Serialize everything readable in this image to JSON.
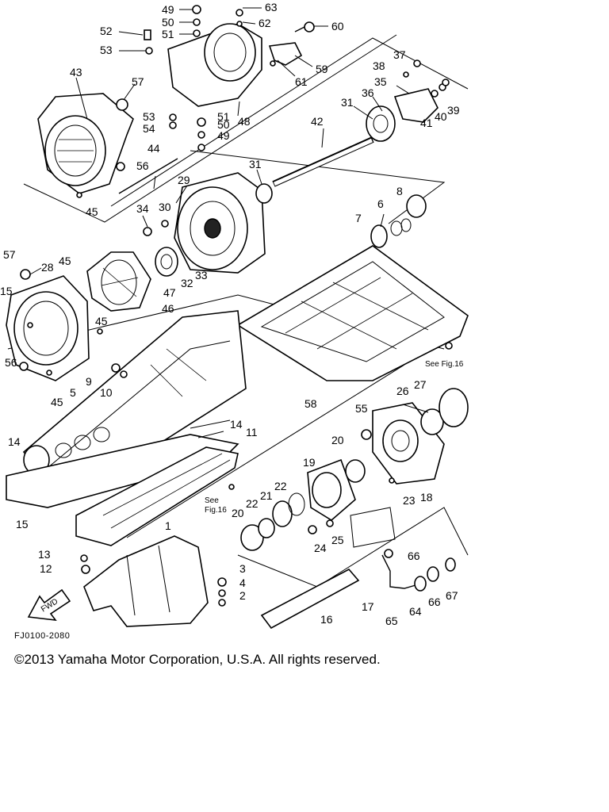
{
  "diagram": {
    "callouts": {
      "n1": "1",
      "n2": "2",
      "n3": "3",
      "n4": "4",
      "n5": "5",
      "n6": "6",
      "n7": "7",
      "n8": "8",
      "n9": "9",
      "n10": "10",
      "n11": "11",
      "n12": "12",
      "n13": "13",
      "n14a": "14",
      "n14b": "14",
      "n15a": "15",
      "n15b": "15",
      "n16": "16",
      "n17": "17",
      "n18": "18",
      "n19": "19",
      "n20a": "20",
      "n20b": "20",
      "n21": "21",
      "n22a": "22",
      "n22b": "22",
      "n23": "23",
      "n24": "24",
      "n25": "25",
      "n26": "26",
      "n27": "27",
      "n28": "28",
      "n29": "29",
      "n30": "30",
      "n31a": "31",
      "n31b": "31",
      "n32": "32",
      "n33": "33",
      "n34": "34",
      "n35": "35",
      "n36": "36",
      "n37": "37",
      "n38": "38",
      "n39": "39",
      "n40": "40",
      "n41": "41",
      "n42": "42",
      "n43": "43",
      "n44": "44",
      "n45a": "45",
      "n45b": "45",
      "n45c": "45",
      "n45d": "45",
      "n46": "46",
      "n47": "47",
      "n48": "48",
      "n49a": "49",
      "n49b": "49",
      "n50a": "50",
      "n50b": "50",
      "n51a": "51",
      "n51b": "51",
      "n52": "52",
      "n53a": "53",
      "n53b": "53",
      "n54": "54",
      "n55": "55",
      "n56a": "56",
      "n56b": "56",
      "n57a": "57",
      "n57b": "57",
      "n58": "58",
      "n59": "59",
      "n60": "60",
      "n61": "61",
      "n62": "62",
      "n63": "63",
      "n64": "64",
      "n65": "65",
      "n66a": "66",
      "n66b": "66",
      "n67": "67"
    },
    "references": {
      "see_fig_16_right": "See Fig.16",
      "see_fig_16_left_line1": "See",
      "see_fig_16_left_line2": "Fig.16"
    },
    "fwd_label": "FWD",
    "drawing_code": "FJ0100-2080"
  },
  "copyright": "©2013 Yamaha Motor Corporation, U.S.A. All rights reserved."
}
